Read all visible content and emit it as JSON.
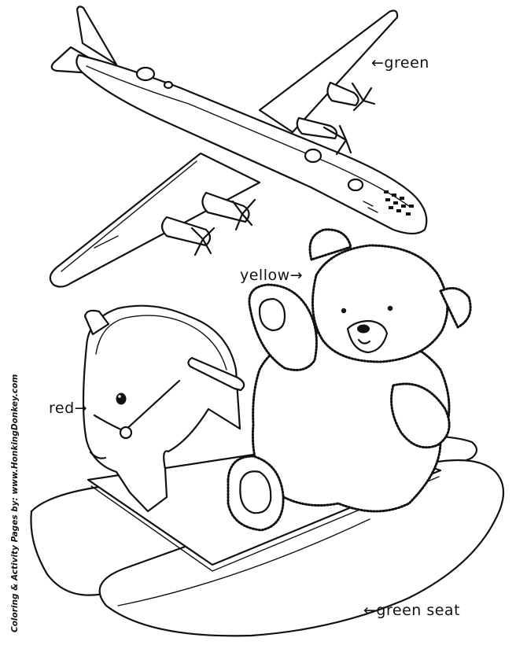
{
  "labels": {
    "airplane": "←green",
    "bear": "yellow→",
    "horse": "red→",
    "seat": "←green seat"
  },
  "credit": "Coloring & Activity Pages by:  www.HonkingDonkey.com",
  "colors": {
    "ink": "#111111",
    "paper": "#ffffff"
  }
}
